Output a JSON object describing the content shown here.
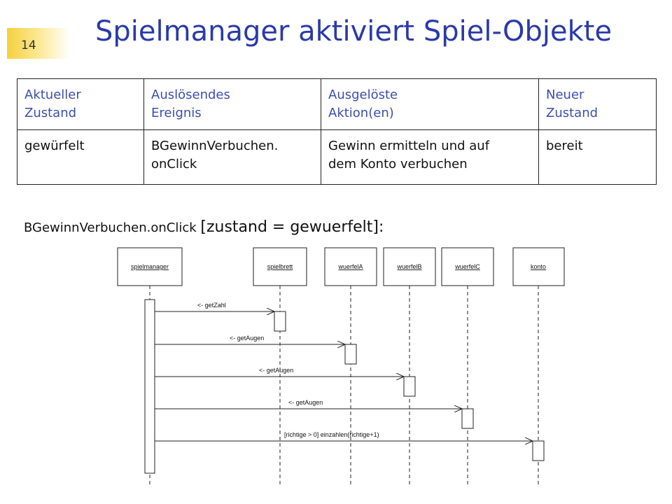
{
  "slide": {
    "number": "14",
    "title": "Spielmanager aktiviert Spiel-Objekte"
  },
  "state_table": {
    "headers": [
      [
        "Aktueller",
        "Zustand"
      ],
      [
        "Auslösendes",
        "Ereignis"
      ],
      [
        "Ausgelöste",
        "Aktion(en)"
      ],
      [
        "Neuer",
        "Zustand"
      ]
    ],
    "row": [
      [
        "gewürfelt"
      ],
      [
        "BGewinnVerbuchen.",
        "onClick"
      ],
      [
        "Gewinn ermitteln und auf",
        "dem Konto verbuchen"
      ],
      [
        "bereit"
      ]
    ]
  },
  "guard": {
    "event": "BGewinnVerbuchen.onClick",
    "condition": "[zustand = gewuerfelt]:"
  },
  "sequence": {
    "lifelines": [
      "spielmanager",
      "spielbrett",
      "wuerfelA",
      "wuerfelB",
      "wuerfelC",
      "konto"
    ],
    "messages": [
      {
        "label": "<- getZahl",
        "from": "spielmanager",
        "to": "spielbrett"
      },
      {
        "label": "<- getAugen",
        "from": "spielmanager",
        "to": "wuerfelA"
      },
      {
        "label": "<- getAugen",
        "from": "spielmanager",
        "to": "wuerfelB"
      },
      {
        "label": "<- getAugen",
        "from": "spielmanager",
        "to": "wuerfelC"
      },
      {
        "label": "[richtige > 0] einzahlen(richtige+1)",
        "from": "spielmanager",
        "to": "konto"
      }
    ],
    "colors": {
      "line": "#222222",
      "title": "#2a3aa8",
      "header_text": "#3a4fb0",
      "accent": "#f6d040"
    }
  }
}
